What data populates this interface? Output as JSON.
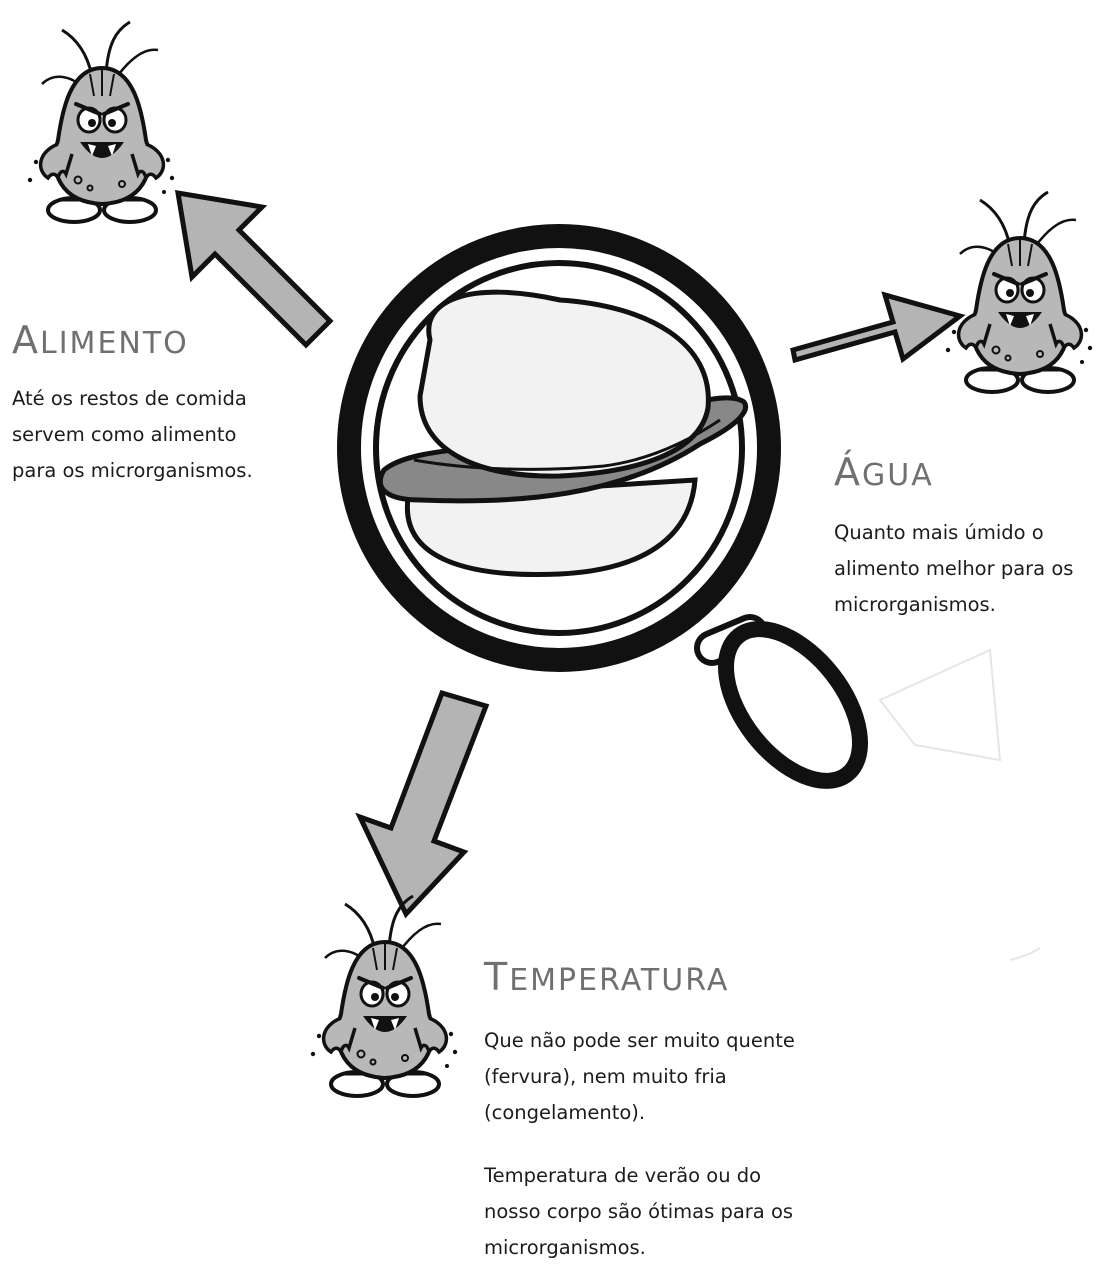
{
  "sections": {
    "alimento": {
      "title_first": "A",
      "title_rest": "limento",
      "lines": [
        "Até os restos de comida",
        "servem como alimento",
        "para os microrganismos."
      ]
    },
    "agua": {
      "title_first": "Á",
      "title_rest": "gua",
      "lines": [
        "Quanto mais úmido o",
        "alimento melhor para os",
        "microrganismos."
      ]
    },
    "temperatura": {
      "title_first": "T",
      "title_rest": "emperatura",
      "para1": [
        "Que não pode ser muito quente",
        "(fervura), nem muito fria",
        "(congelamento)."
      ],
      "para2": [
        "Temperatura de verão ou do",
        "nosso corpo são ótimas para os",
        "microrganismos."
      ]
    }
  },
  "colors": {
    "arrow_fill": "#b4b4b4",
    "outline": "#111111",
    "heading": "#707070",
    "text": "#1c1c1c",
    "sausage": "#888888",
    "bun": "#f2f2f2"
  },
  "illustrations": {
    "center": "magnifying-glass-hotdog",
    "characters": [
      "germ-character",
      "germ-character",
      "germ-character"
    ]
  }
}
